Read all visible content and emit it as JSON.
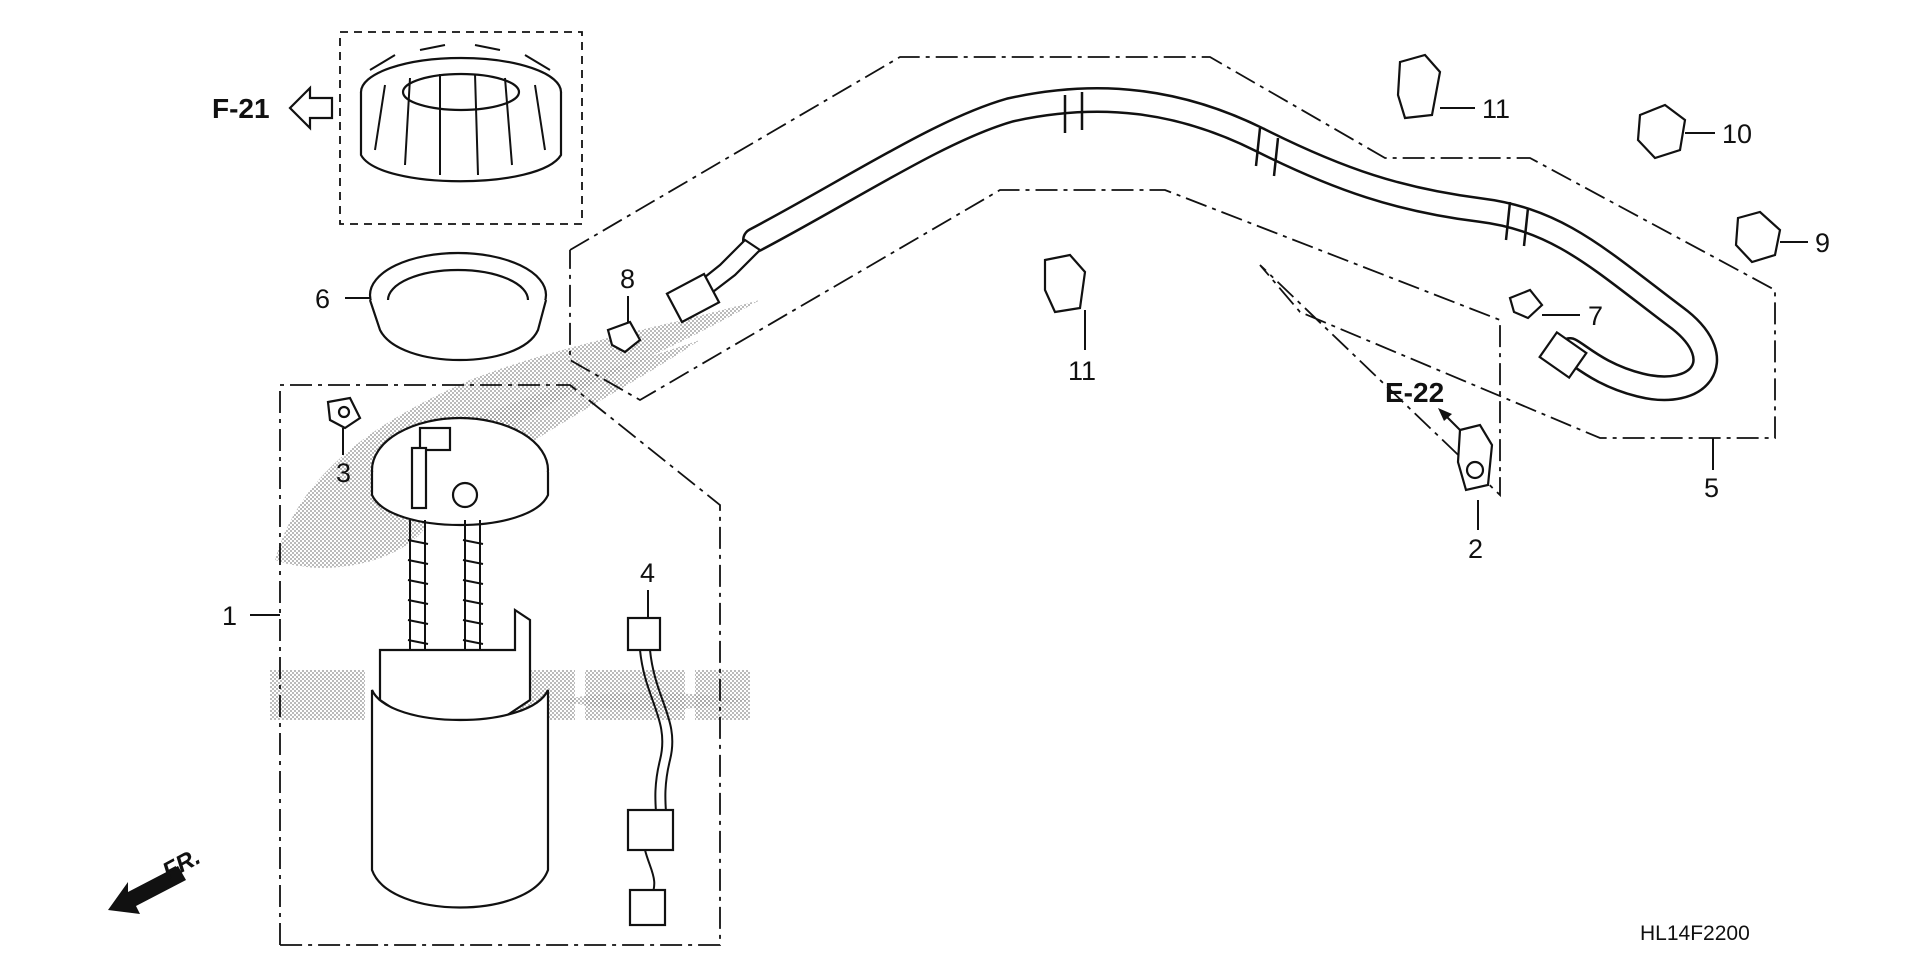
{
  "diagram": {
    "part_labels": {
      "p1": "1",
      "p2": "2",
      "p3": "3",
      "p4": "4",
      "p5": "5",
      "p6": "6",
      "p7": "7",
      "p8": "8",
      "p9": "9",
      "p10": "10",
      "p11a": "11",
      "p11b": "11"
    },
    "references": {
      "f21": "F-21",
      "e22": "E-22"
    },
    "front_indicator": "FR.",
    "drawing_code": "HL14F2200",
    "colors": {
      "ink": "#111111",
      "background": "#ffffff",
      "watermark_dots": "#9a9a9a"
    }
  }
}
